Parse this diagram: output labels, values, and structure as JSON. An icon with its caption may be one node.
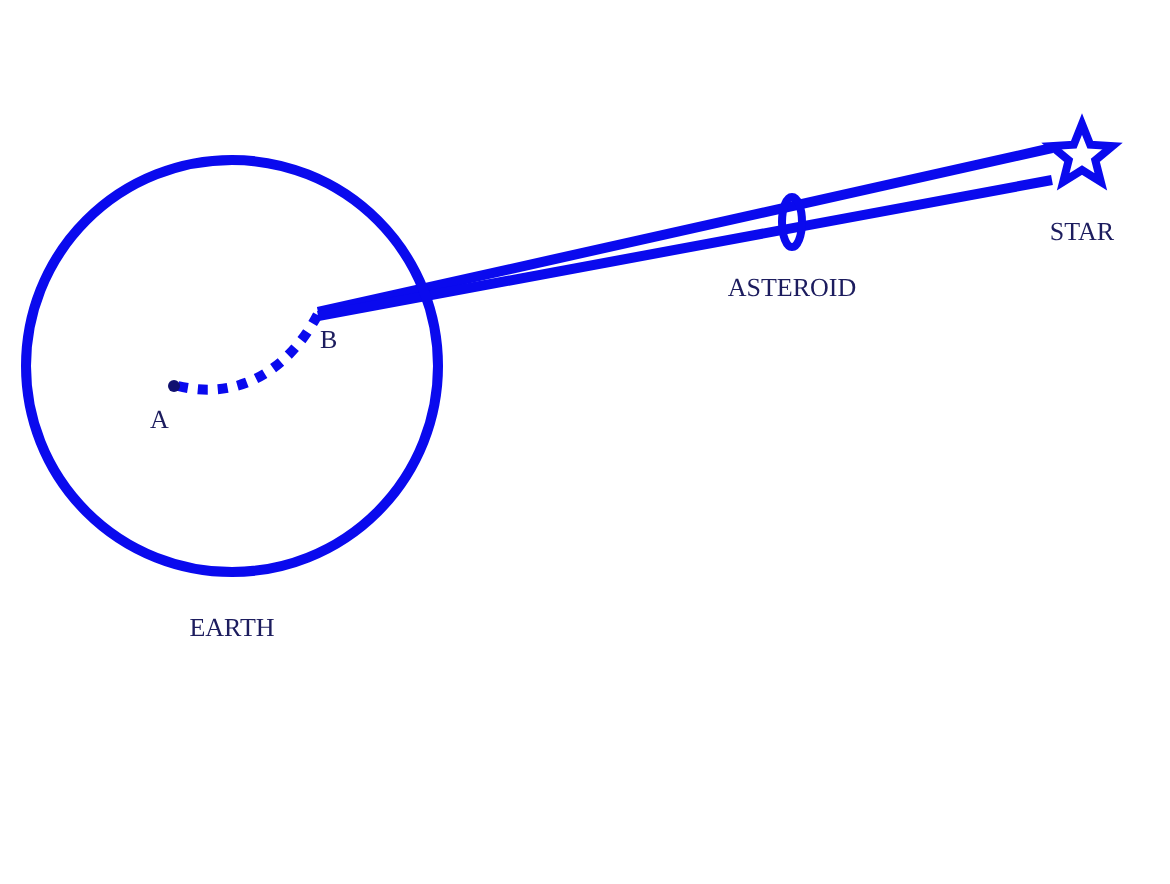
{
  "diagram": {
    "nodes": [
      {
        "text": [
          "EARTH"
        ]
      },
      {
        "text": [
          "A"
        ],
        "in": 0
      },
      {
        "text": [
          "B"
        ],
        "in": 0
      },
      {
        "text": [
          "ASTEROID"
        ]
      },
      {
        "text": [
          "STAR"
        ]
      }
    ],
    "edges": [
      {
        "from": 1,
        "to": 2,
        "arrow": "none",
        "style": "dashed"
      },
      {
        "from": 2,
        "to": 4,
        "arrow": "none"
      },
      {
        "from": 2,
        "to": 4,
        "arrow": "none"
      }
    ]
  }
}
